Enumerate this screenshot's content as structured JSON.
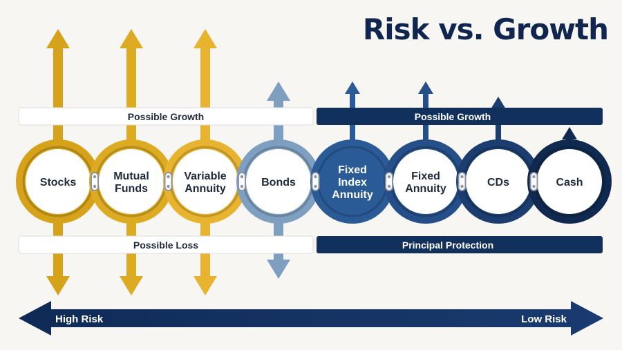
{
  "title": "Risk vs. Growth",
  "bands": {
    "growth_left": "Possible Growth",
    "growth_right": "Possible Growth",
    "loss_left": "Possible Loss",
    "protection_right": "Principal Protection"
  },
  "products": [
    {
      "lines": [
        "Stocks"
      ],
      "growth": "high",
      "loss": "high"
    },
    {
      "lines": [
        "Mutual",
        "Funds"
      ],
      "growth": "high",
      "loss": "high"
    },
    {
      "lines": [
        "Variable",
        "Annuity"
      ],
      "growth": "high",
      "loss": "high"
    },
    {
      "lines": [
        "Bonds"
      ],
      "growth": "moderate",
      "loss": "moderate"
    },
    {
      "lines": [
        "Fixed",
        "Index",
        "Annuity"
      ],
      "growth": "moderate",
      "loss": "none"
    },
    {
      "lines": [
        "Fixed",
        "Annuity"
      ],
      "growth": "moderate",
      "loss": "none"
    },
    {
      "lines": [
        "CDs"
      ],
      "growth": "low",
      "loss": "none"
    },
    {
      "lines": [
        "Cash"
      ],
      "growth": "lowest",
      "loss": "none"
    }
  ],
  "risk_scale": {
    "left_label": "High Risk",
    "right_label": "Low Risk"
  },
  "colors": {
    "title": "#10264f",
    "gold": [
      "#d5a21a",
      "#dcab22",
      "#e8b430"
    ],
    "bonds": "#7f9fc1",
    "blues": [
      "#2a5b97",
      "#254f88",
      "#1c3d6f",
      "#102a4f"
    ],
    "navy": "#12305c",
    "band_light": "#ffffff",
    "text_dark": "#1f2a3a"
  }
}
